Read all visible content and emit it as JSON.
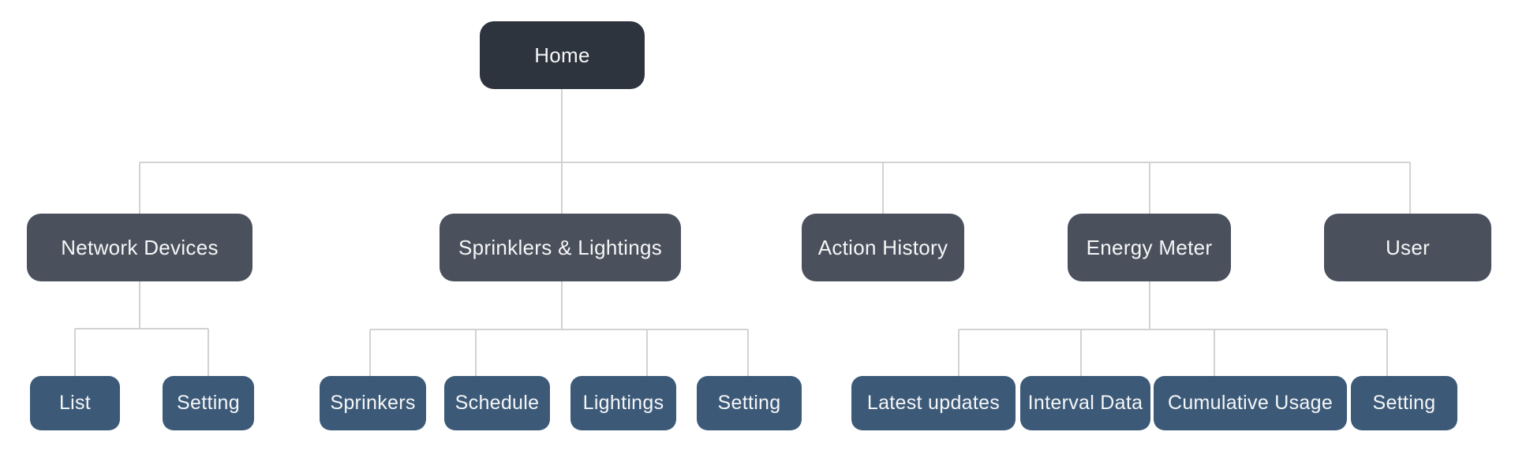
{
  "diagram": {
    "type": "sitemap-tree",
    "levels": 3,
    "node_count": 16
  },
  "colors": {
    "background": "#ffffff",
    "level1_node": "#2e343d",
    "level2_node": "#4a515c",
    "level3_node": "#3c5a78",
    "node_text": "#f5f6f7",
    "connector_line": "#d2d2d2"
  },
  "tree": {
    "label": "Home",
    "children": [
      {
        "label": "Network Devices",
        "children": [
          {
            "label": "List"
          },
          {
            "label": "Setting"
          }
        ]
      },
      {
        "label": "Sprinklers & Lightings",
        "children": [
          {
            "label": "Sprinkers"
          },
          {
            "label": "Schedule"
          },
          {
            "label": "Lightings"
          },
          {
            "label": "Setting"
          }
        ]
      },
      {
        "label": "Action History",
        "children": []
      },
      {
        "label": "Energy Meter",
        "children": [
          {
            "label": "Latest updates"
          },
          {
            "label": "Interval Data"
          },
          {
            "label": "Cumulative Usage"
          },
          {
            "label": "Setting"
          }
        ]
      },
      {
        "label": "User",
        "children": []
      }
    ]
  }
}
